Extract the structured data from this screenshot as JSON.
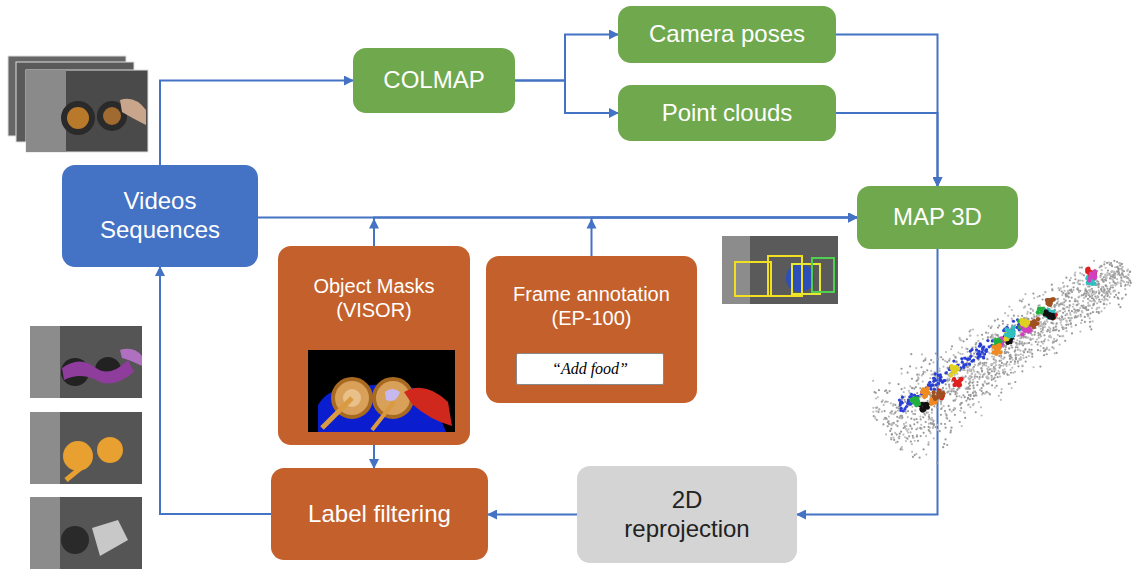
{
  "diagram": {
    "nodes": [
      {
        "text": [
          "Videos Sequences"
        ]
      },
      {
        "text": [
          "COLMAP"
        ]
      },
      {
        "text": [
          "Camera poses"
        ]
      },
      {
        "text": [
          "Point clouds"
        ]
      },
      {
        "text": [
          "MAP 3D"
        ]
      },
      {
        "text": [
          "Object Masks (VISOR)"
        ]
      },
      {
        "text": [
          "Frame annotation (EP-100)"
        ]
      },
      {
        "text": [
          "“Add food”"
        ],
        "in": 6
      },
      {
        "text": [
          "Label filtering"
        ]
      },
      {
        "text": [
          "2D reprojection"
        ]
      }
    ],
    "edges": [
      {
        "from": 0,
        "to": 1,
        "arrow": "to"
      },
      {
        "from": 1,
        "to": 2,
        "arrow": "to"
      },
      {
        "from": 1,
        "to": 3,
        "arrow": "to"
      },
      {
        "from": 2,
        "to": 4,
        "arrow": "to"
      },
      {
        "from": 3,
        "to": 4,
        "arrow": "to"
      },
      {
        "from": 0,
        "to": 4,
        "arrow": "to"
      },
      {
        "from": 5,
        "to": 4,
        "arrow": "to"
      },
      {
        "from": 6,
        "to": 4,
        "arrow": "to"
      },
      {
        "from": 5,
        "to": 8,
        "arrow": "to"
      },
      {
        "from": 4,
        "to": 9,
        "arrow": "to"
      },
      {
        "from": 9,
        "to": 8,
        "arrow": "to"
      },
      {
        "from": 8,
        "to": 0,
        "arrow": "to"
      }
    ]
  }
}
